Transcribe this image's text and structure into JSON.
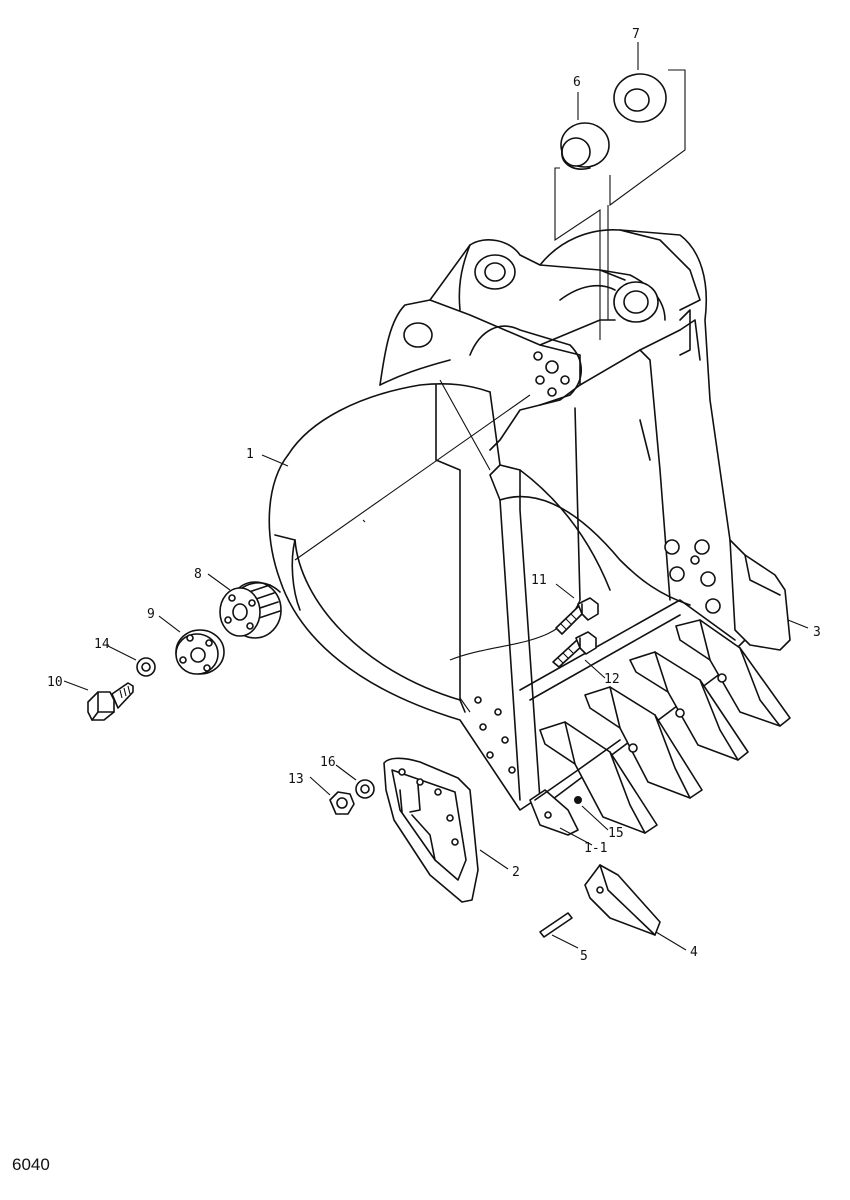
{
  "diagram": {
    "drawing_code": "6040",
    "callouts": {
      "p1": "1",
      "p1_1": "1-1",
      "p2": "2",
      "p3": "3",
      "p4": "4",
      "p5": "5",
      "p6": "6",
      "p7": "7",
      "p8": "8",
      "p9": "9",
      "p10": "10",
      "p11": "11",
      "p12": "12",
      "p13": "13",
      "p14": "14",
      "p15": "15",
      "p16": "16"
    }
  }
}
